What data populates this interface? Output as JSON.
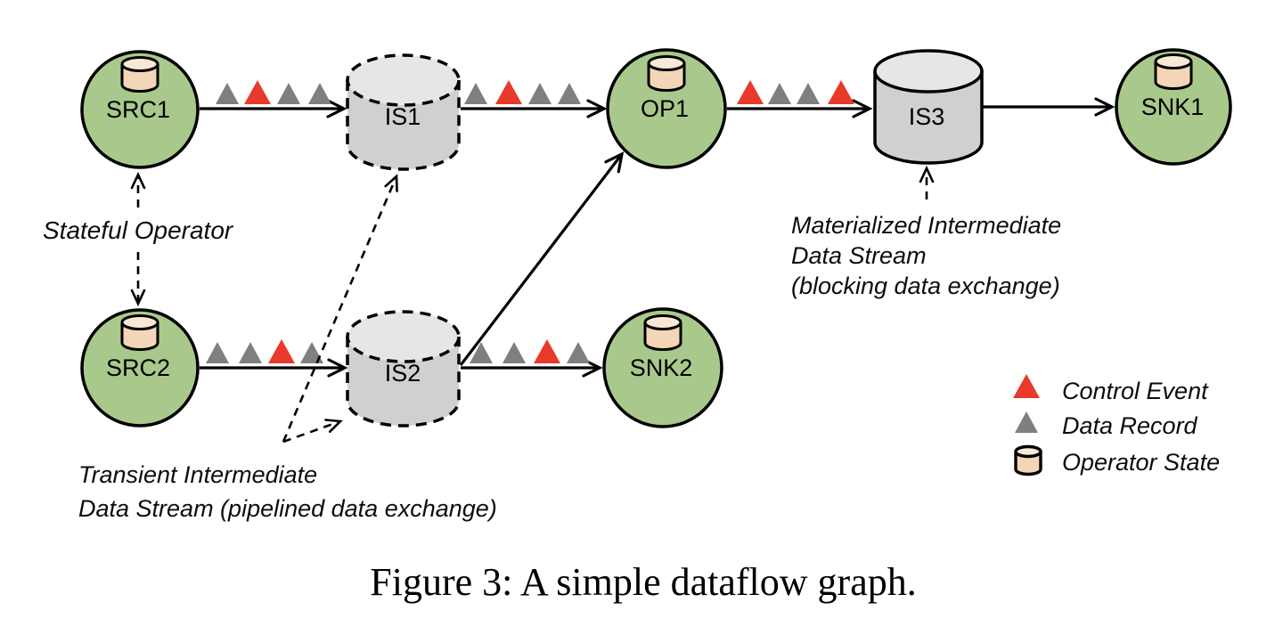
{
  "palette": {
    "operator_fill": "#a9c98c",
    "stream_fill": "#d0d0d0",
    "stream_top_fill": "#e6e6e6",
    "state_fill": "#f3d5b8",
    "state_top_fill": "#f9e8d6",
    "control_event": "#e8392b",
    "data_record": "#7f7f7f",
    "stroke": "#000000",
    "background": "#ffffff"
  },
  "nodes": {
    "src1": {
      "label": "SRC1",
      "kind": "stateful-operator"
    },
    "src2": {
      "label": "SRC2",
      "kind": "stateful-operator"
    },
    "op1": {
      "label": "OP1",
      "kind": "stateful-operator"
    },
    "snk1": {
      "label": "SNK1",
      "kind": "stateful-operator"
    },
    "snk2": {
      "label": "SNK2",
      "kind": "stateful-operator"
    },
    "is1": {
      "label": "IS1",
      "kind": "transient-intermediate-stream"
    },
    "is2": {
      "label": "IS2",
      "kind": "transient-intermediate-stream"
    },
    "is3": {
      "label": "IS3",
      "kind": "materialized-intermediate-stream"
    }
  },
  "edges": {
    "src1_is1": {
      "from": "SRC1",
      "to": "IS1",
      "markers": [
        "data",
        "control",
        "data",
        "data"
      ]
    },
    "is1_op1": {
      "from": "IS1",
      "to": "OP1",
      "markers": [
        "data",
        "control",
        "data",
        "data"
      ]
    },
    "op1_is3": {
      "from": "OP1",
      "to": "IS3",
      "markers": [
        "control",
        "data",
        "data",
        "control"
      ]
    },
    "is3_snk1": {
      "from": "IS3",
      "to": "SNK1",
      "markers": []
    },
    "src2_is2": {
      "from": "SRC2",
      "to": "IS2",
      "markers": [
        "data",
        "data",
        "control",
        "data"
      ]
    },
    "is2_snk2": {
      "from": "IS2",
      "to": "SNK2",
      "markers": [
        "data",
        "data",
        "control",
        "data"
      ]
    },
    "is2_op1": {
      "from": "IS2",
      "to": "OP1",
      "markers": []
    }
  },
  "annotations": {
    "stateful": "Stateful Operator",
    "materialized": [
      "Materialized Intermediate",
      "Data Stream",
      "(blocking data exchange)"
    ],
    "transient": [
      "Transient Intermediate",
      "Data Stream (pipelined data exchange)"
    ]
  },
  "legend": [
    {
      "symbol": "control-event-triangle",
      "label": "Control Event"
    },
    {
      "symbol": "data-record-triangle",
      "label": "Data Record"
    },
    {
      "symbol": "operator-state-cylinder",
      "label": "Operator State"
    }
  ],
  "caption": "Figure 3: A simple dataflow graph."
}
